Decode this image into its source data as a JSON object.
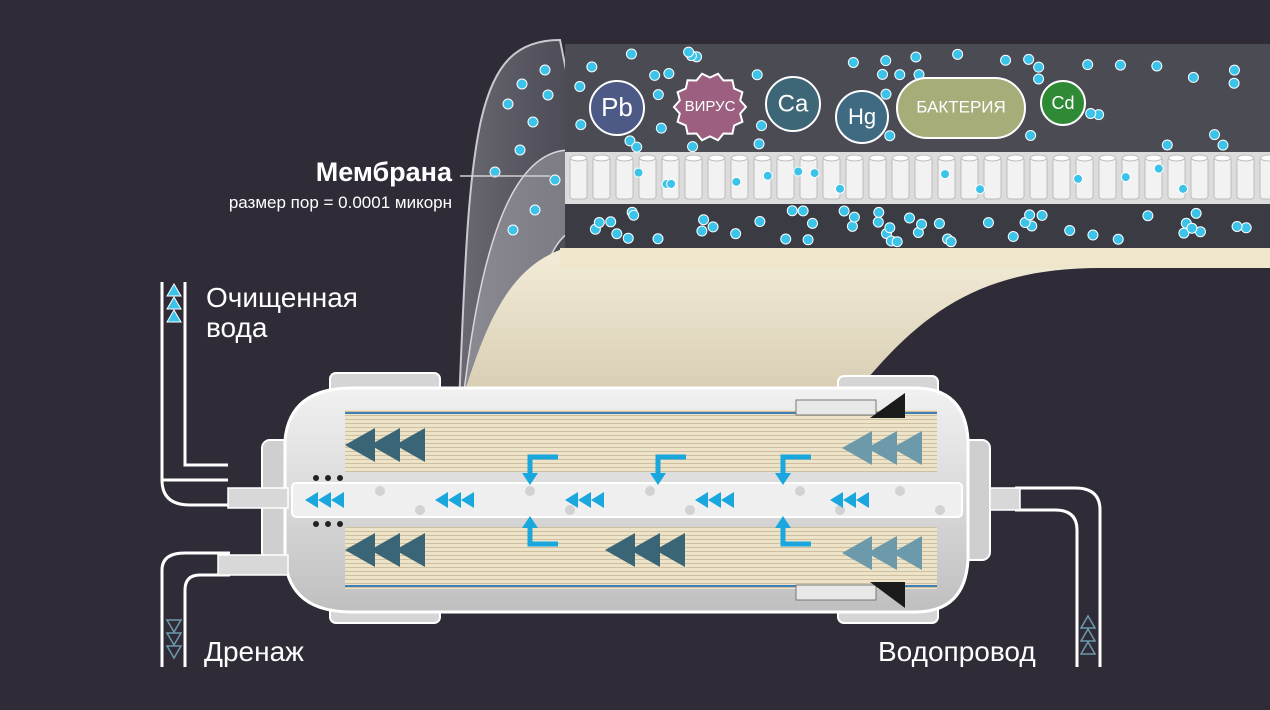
{
  "membrane": {
    "title": "Мембрана",
    "pore_size": "размер пор = 0.0001 микорн"
  },
  "outlets": {
    "clean_water_line1": "Очищенная",
    "clean_water_line2": "вода",
    "drain": "Дренаж",
    "water_supply": "Водопровод"
  },
  "contaminants": [
    {
      "label": "Pb",
      "color": "#4e5a86"
    },
    {
      "label": "ВИРУС",
      "color": "#9c5f80"
    },
    {
      "label": "Ca",
      "color": "#3d6777"
    },
    {
      "label": "Hg",
      "color": "#3f6a82"
    },
    {
      "label": "БАКТЕРИЯ",
      "color": "#a6ad78"
    },
    {
      "label": "Cd",
      "color": "#2f8a35"
    }
  ],
  "colors": {
    "background": "#2f2c38",
    "water_drop": "#3cc3ea",
    "flow_arrow": "#19a7dd",
    "membrane_beige": "#e8dfc6",
    "stream_arrow": "#3a6577",
    "stream_arrow_light": "#6c9aab"
  }
}
